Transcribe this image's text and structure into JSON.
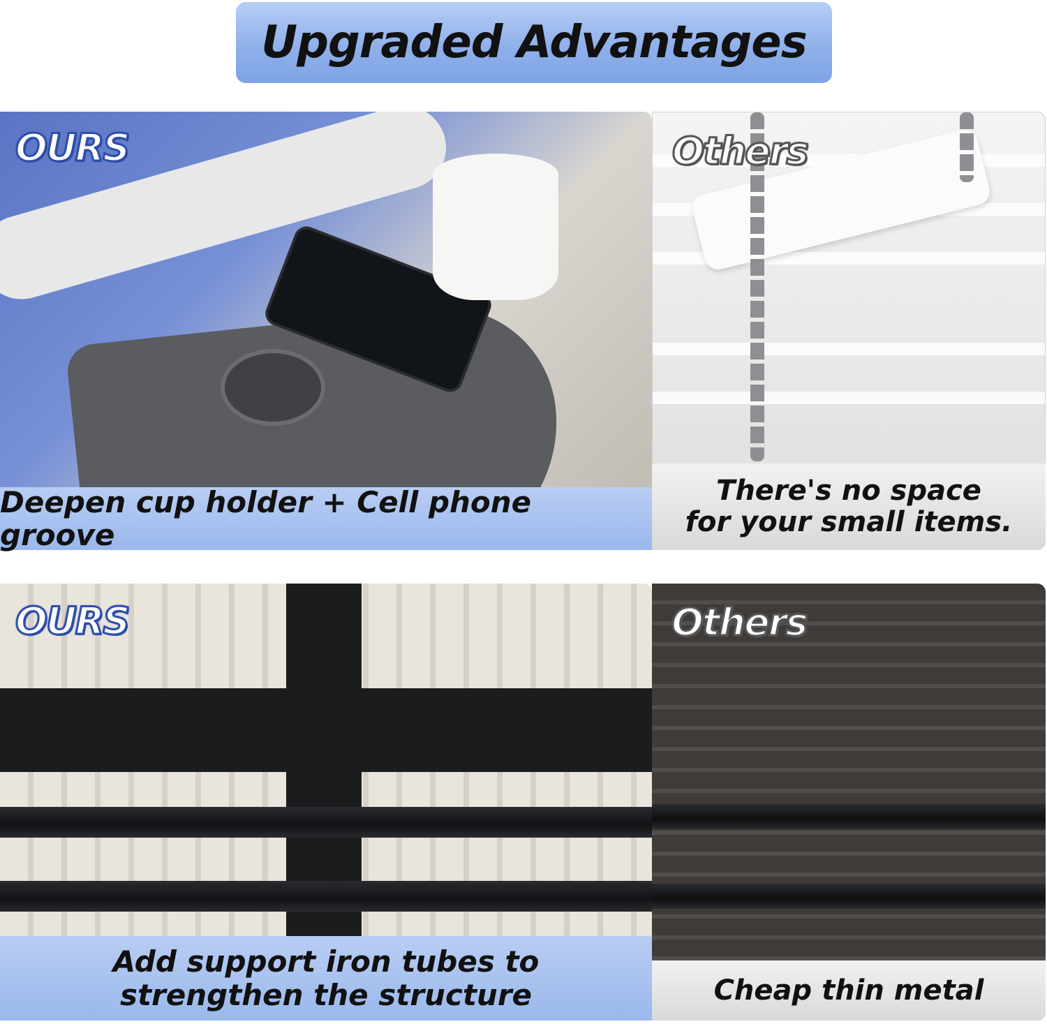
{
  "header": {
    "title": "Upgraded Advantages"
  },
  "comparisons": [
    {
      "ours": {
        "tag": "OURS",
        "caption_lines": [
          "Deepen cup holder + Cell phone groove"
        ]
      },
      "others": {
        "tag": "Others",
        "caption_lines": [
          "There's no space",
          "for your small items."
        ]
      }
    },
    {
      "ours": {
        "tag": "OURS",
        "caption_lines": [
          "Add support iron tubes to",
          "strengthen the structure"
        ]
      },
      "others": {
        "tag": "Others",
        "caption_lines": [
          "Cheap thin metal"
        ]
      }
    }
  ],
  "colors": {
    "banner_blue": "#8fb0ea",
    "ours_caption_blue": "#9ab8ec",
    "others_caption_gray": "#d9d9d9",
    "ours_outline": "#2d4fa8"
  },
  "icons": [
    "cup-holder-photo",
    "wooden-swing-photo",
    "iron-frame-photo",
    "wicker-frame-photo"
  ]
}
